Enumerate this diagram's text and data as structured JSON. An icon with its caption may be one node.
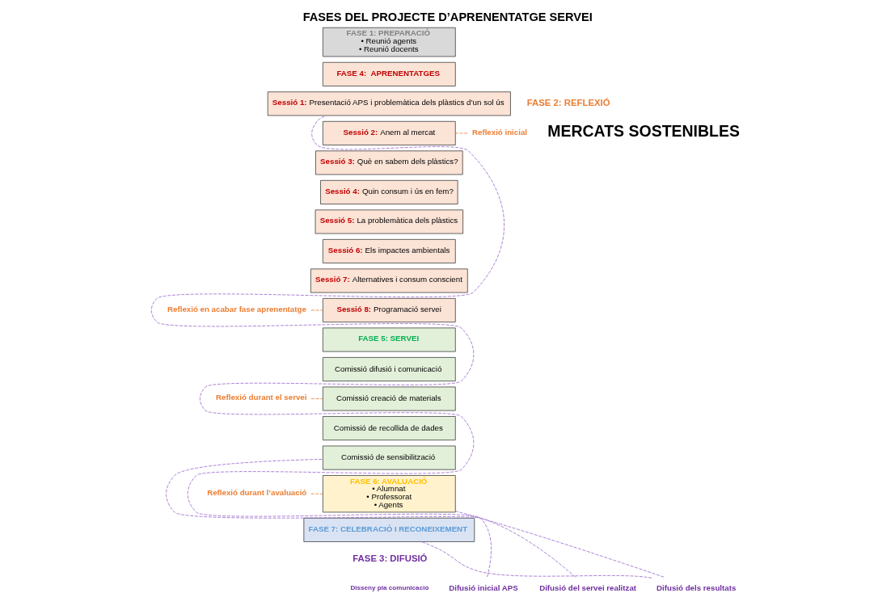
{
  "diagram": {
    "title": "FASES DEL PROJECTE D’APRENENTATGE SERVEI",
    "nodes": [
      {
        "text": [
          "FASE 1: PREPARACIÓ",
          "• Reunió agents",
          "• Reunió docents"
        ]
      },
      {
        "text": [
          "FASE 4:  APRENENTATGES"
        ]
      },
      {
        "text": [
          "Sessió 1: Presentació APS i problemàtica dels plàstics d’un sol ús"
        ]
      },
      {
        "text": [
          "Sessió 2: Anem al mercat"
        ]
      },
      {
        "text": [
          "Sessió 3: Què en sabem dels plàstics?"
        ]
      },
      {
        "text": [
          "Sessió 4: Quin consum i ús en fem?"
        ]
      },
      {
        "text": [
          "Sessió 5: La problemàtica dels plàstics"
        ]
      },
      {
        "text": [
          "Sessió 6: Els impactes ambientals"
        ]
      },
      {
        "text": [
          "Sessió 7: Alternatives i consum conscient"
        ]
      },
      {
        "text": [
          "Sessió 8: Programació servei"
        ]
      },
      {
        "text": [
          "FASE 5: SERVEI"
        ]
      },
      {
        "text": [
          "Comissió difusió i comunicació"
        ]
      },
      {
        "text": [
          "Comissió creació de materials"
        ]
      },
      {
        "text": [
          "Comissió de recollida de dades"
        ]
      },
      {
        "text": [
          "Comissió de sensibilització"
        ]
      },
      {
        "text": [
          "FASE 6: AVALUACIÓ",
          "• Alumnat",
          "• Professorat",
          "• Agents"
        ]
      },
      {
        "text": [
          "FASE 7: CELEBRACIÓ I RECONEIXEMENT"
        ]
      },
      {
        "text": [
          "Reflexió inicial"
        ]
      },
      {
        "text": [
          "Reflexió en acabar fase aprenentatge"
        ]
      },
      {
        "text": [
          "Reflexió durant el servei"
        ]
      },
      {
        "text": [
          "Reflexió durant l’avaluació"
        ]
      },
      {
        "text": [
          "Difusió inicial APS"
        ]
      },
      {
        "text": [
          "Difusió del servei realitzat"
        ]
      },
      {
        "text": [
          "Difusió dels resultats"
        ]
      }
    ],
    "edges": [
      {
        "from": 17,
        "to": 3,
        "arrow": "none",
        "style": "dashed",
        "color": "#ed7d31"
      },
      {
        "from": 18,
        "to": 9,
        "arrow": "none",
        "style": "dashed",
        "color": "#ed7d31"
      },
      {
        "from": 19,
        "to": 12,
        "arrow": "none",
        "style": "dashed",
        "color": "#ed7d31"
      },
      {
        "from": 20,
        "to": 15,
        "arrow": "none",
        "style": "dashed",
        "color": "#ed7d31"
      },
      {
        "from": 21,
        "to": 2,
        "arrow": "none",
        "style": "dashed",
        "color": "#9966cc"
      },
      {
        "from": 22,
        "to": 14,
        "arrow": "none",
        "style": "dashed",
        "color": "#9966cc"
      },
      {
        "from": 23,
        "to": 15,
        "arrow": "none",
        "style": "dashed",
        "color": "#9966cc"
      },
      {
        "from": 23,
        "to": 16,
        "arrow": "none",
        "style": "dashed",
        "color": "#9966cc"
      }
    ],
    "labels": [
      "FASE 2: REFLEXIÓ",
      "MERCATS SOSTENIBLES",
      "FASE 3: DIFUSIÓ",
      "Disseny pla comunicació"
    ]
  }
}
